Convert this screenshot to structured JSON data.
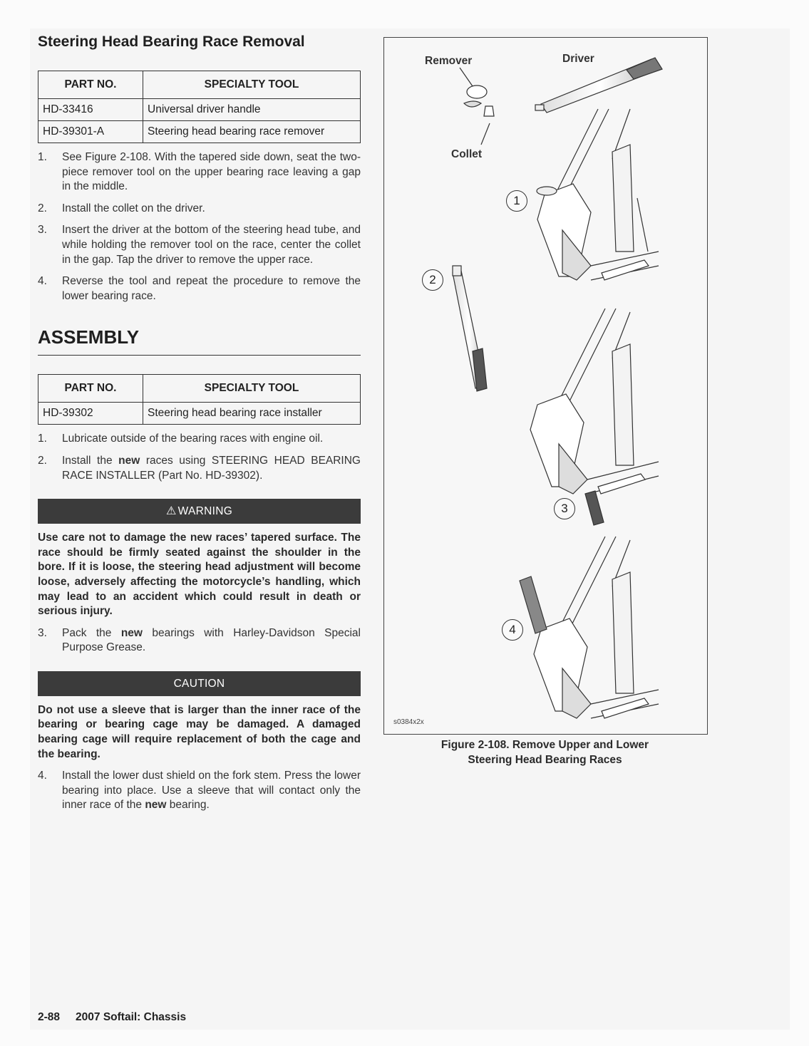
{
  "removal": {
    "title": "Steering Head Bearing Race Removal",
    "table": {
      "headers": [
        "PART NO.",
        "SPECIALTY TOOL"
      ],
      "rows": [
        [
          "HD-33416",
          "Universal driver handle"
        ],
        [
          "HD-39301-A",
          "Steering head bearing race remover"
        ]
      ]
    },
    "steps": [
      {
        "num": "1.",
        "text": "See Figure 2-108. With the tapered side down, seat the two-piece remover tool on the upper bearing race leaving a gap in the middle."
      },
      {
        "num": "2.",
        "text": "Install the collet on the driver."
      },
      {
        "num": "3.",
        "text": "Insert the driver at the bottom of the steering head tube, and while holding the remover tool on the race, center the collet in the gap. Tap the driver to remove the upper race."
      },
      {
        "num": "4.",
        "text": "Reverse the tool and repeat the procedure to remove the lower bearing race."
      }
    ]
  },
  "assembly": {
    "title": "ASSEMBLY",
    "table": {
      "headers": [
        "PART NO.",
        "SPECIALTY TOOL"
      ],
      "rows": [
        [
          "HD-39302",
          "Steering head bearing race installer"
        ]
      ]
    },
    "steps_a": [
      {
        "num": "1.",
        "text": "Lubricate outside of the bearing races with engine oil."
      },
      {
        "num": "2.",
        "pre": "Install the ",
        "bold": "new",
        "post": " races using STEERING HEAD BEARING RACE INSTALLER (Part No. HD-39302)."
      }
    ],
    "warning": {
      "label": "WARNING",
      "text": "Use care not to damage the new races’ tapered surface. The race should be firmly seated against the shoulder in the bore. If it is loose, the steering head adjustment will become loose, adversely affecting the motorcycle’s handling, which may lead to an accident which could result in death or serious injury."
    },
    "step3": {
      "num": "3.",
      "pre": "Pack the ",
      "bold": "new",
      "post": " bearings with Harley-Davidson Special Purpose Grease."
    },
    "caution": {
      "label": "CAUTION",
      "text": "Do not use a sleeve that is larger than the inner race of the bearing or bearing cage may be damaged. A damaged bearing cage will require replacement of both the cage and the bearing."
    },
    "step4": {
      "num": "4.",
      "pre": "Install the lower dust shield on the fork stem. Press the lower bearing into place. Use a sleeve that will contact only the inner race of the ",
      "bold": "new",
      "post": " bearing."
    }
  },
  "figure": {
    "labels": {
      "remover": "Remover",
      "driver": "Driver",
      "collet": "Collet"
    },
    "callouts": [
      "1",
      "2",
      "3",
      "4"
    ],
    "code": "s0384x2x",
    "caption_line1": "Figure 2-108. Remove Upper and Lower",
    "caption_line2": "Steering Head Bearing Races"
  },
  "footer": {
    "page": "2-88",
    "title": "2007 Softail: Chassis"
  }
}
